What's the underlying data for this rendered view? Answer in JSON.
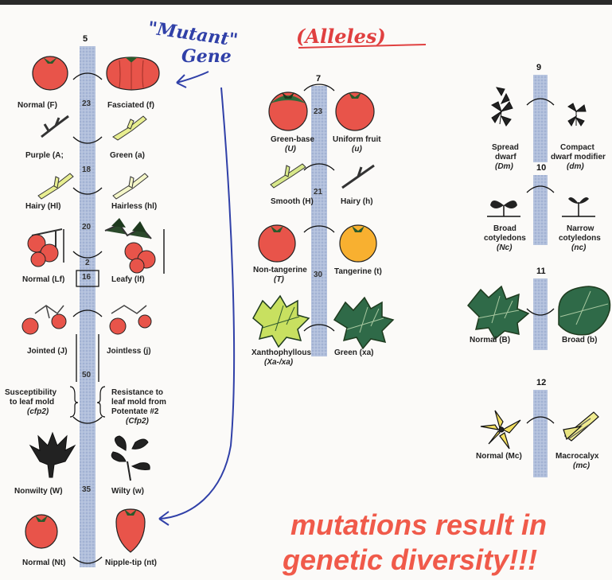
{
  "annotations": {
    "handwritten_mutant": "\"Mutant\"",
    "handwritten_gene": "Gene",
    "handwritten_alleles": "(Alleles)"
  },
  "chromosomes": [
    {
      "number": "5",
      "segments": [
        "23",
        "18",
        "20",
        "2",
        "16",
        "50",
        "35"
      ]
    },
    {
      "number": "7",
      "segments": [
        "23",
        "21",
        "30"
      ]
    },
    {
      "number": "9",
      "segments": []
    },
    {
      "number": "10",
      "segments": []
    },
    {
      "number": "11",
      "segments": []
    },
    {
      "number": "12",
      "segments": []
    }
  ],
  "traits": {
    "chr5": [
      {
        "left": "Normal (F)",
        "right": "Fasciated (f)"
      },
      {
        "left": "Purple (A;",
        "right": "Green (a)"
      },
      {
        "left": "Hairy (Hl)",
        "right": "Hairless (hl)"
      },
      {
        "left": "Normal (Lf)",
        "right": "Leafy (lf)"
      },
      {
        "left": "Jointed (J)",
        "right": "Jointless (j)"
      },
      {
        "left": [
          "Susceptibility",
          "to leaf mold",
          "(cfp2)"
        ],
        "right": [
          "Resistance to",
          "leaf mold from",
          "Potentate #2",
          "(Cfp2)"
        ]
      },
      {
        "left": "Nonwilty (W)",
        "right": "Wilty (w)"
      },
      {
        "left": "Normal (Nt)",
        "right": "Nipple-tip (nt)"
      }
    ],
    "chr7": [
      {
        "left": [
          "Green-base",
          "(U)"
        ],
        "right": [
          "Uniform fruit",
          "(u)"
        ]
      },
      {
        "left": "Smooth (H)",
        "right": "Hairy (h)"
      },
      {
        "left": [
          "Non-tangerine",
          "(T)"
        ],
        "right": "Tangerine (t)"
      },
      {
        "left": [
          "Xanthophyllous",
          "(Xa-/xa)"
        ],
        "right": "Green (xa)"
      }
    ],
    "chr9": {
      "left": [
        "Spread",
        "dwarf",
        "(Dm)"
      ],
      "right": [
        "Compact",
        "dwarf modifier",
        "(dm)"
      ]
    },
    "chr10": {
      "left": [
        "Broad",
        "cotyledons",
        "(Nc)"
      ],
      "right": [
        "Narrow",
        "cotyledons",
        "(nc)"
      ]
    },
    "chr11": {
      "left": "Normal (B)",
      "right": "Broad (b)"
    },
    "chr12": {
      "left": "Normal (Mc)",
      "right": [
        "Macrocalyx",
        "(mc)"
      ]
    }
  },
  "slogan": {
    "line1": "mutations result in",
    "line2": "genetic diversity!!!"
  },
  "colors": {
    "chromosome": "#a8b8d8",
    "tomato_red": "#e8544a",
    "tangerine": "#f8b030",
    "leaf_green": "#3a6a48",
    "leaf_pale": "#d8e88a",
    "ink_blue": "#3040a8",
    "ink_red": "#e04040",
    "slogan": "#f05a4a"
  },
  "icons": [
    "tomato-icon",
    "fasciated-tomato-icon",
    "stem-icon",
    "truss-icon",
    "leaf-icon",
    "seedling-icon",
    "flower-icon",
    "arrow-icon"
  ]
}
